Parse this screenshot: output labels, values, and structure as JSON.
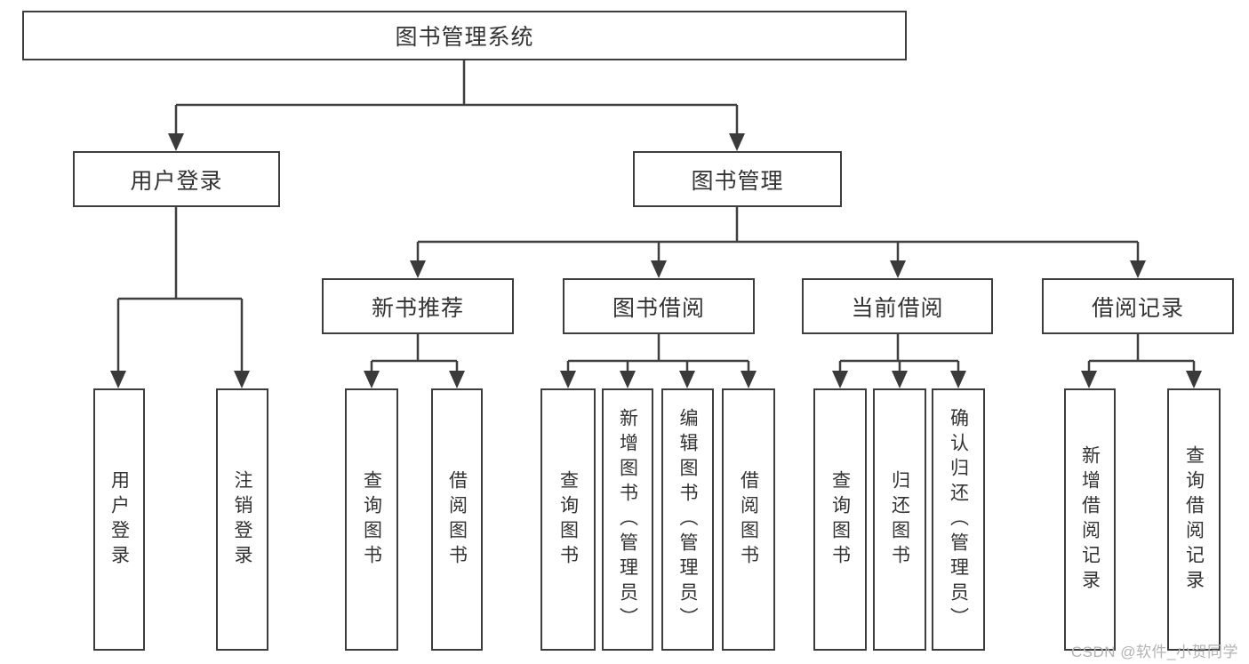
{
  "tree": {
    "label": "图书管理系统",
    "children": [
      {
        "label": "用户登录",
        "children": [
          {
            "label": "用户登录"
          },
          {
            "label": "注销登录"
          }
        ]
      },
      {
        "label": "图书管理",
        "children": [
          {
            "label": "新书推荐",
            "children": [
              {
                "label": "查询图书"
              },
              {
                "label": "借阅图书"
              }
            ]
          },
          {
            "label": "图书借阅",
            "children": [
              {
                "label": "查询图书"
              },
              {
                "label": "新增图书（管理员）"
              },
              {
                "label": "编辑图书（管理员）"
              },
              {
                "label": "借阅图书"
              }
            ]
          },
          {
            "label": "当前借阅",
            "children": [
              {
                "label": "查询图书"
              },
              {
                "label": "归还图书"
              },
              {
                "label": "确认归还（管理员）"
              }
            ]
          },
          {
            "label": "借阅记录",
            "children": [
              {
                "label": "新增借阅记录"
              },
              {
                "label": "查询借阅记录"
              }
            ]
          }
        ]
      }
    ]
  },
  "watermark": {
    "text": "CSDN @软件_小贺同学"
  },
  "colors": {
    "line": "#3f3f3f",
    "border": "#3d3d3d",
    "text": "#333333",
    "watermark": "#b3b3b3",
    "background": "#ffffff"
  }
}
